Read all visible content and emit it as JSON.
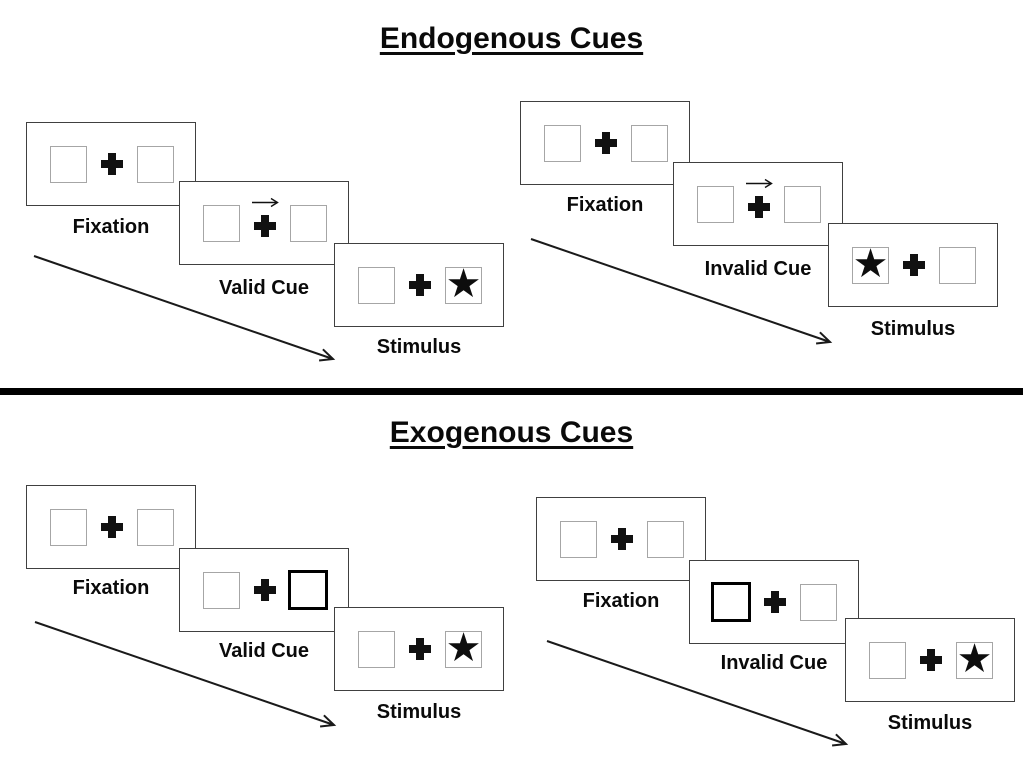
{
  "figure": {
    "kind": "posner-cueing-paradigm-diagram"
  },
  "sections": [
    {
      "title": "Endogenous Cues",
      "sequences": [
        {
          "type": "valid",
          "frames": [
            {
              "label": "Fixation",
              "cue": "none",
              "star": "none"
            },
            {
              "label": "Valid Cue",
              "cue": "central-arrow-right",
              "star": "none"
            },
            {
              "label": "Stimulus",
              "cue": "none",
              "star": "right"
            }
          ]
        },
        {
          "type": "invalid",
          "frames": [
            {
              "label": "Fixation",
              "cue": "none",
              "star": "none"
            },
            {
              "label": "Invalid Cue",
              "cue": "central-arrow-right",
              "star": "none"
            },
            {
              "label": "Stimulus",
              "cue": "none",
              "star": "left"
            }
          ]
        }
      ]
    },
    {
      "title": "Exogenous Cues",
      "sequences": [
        {
          "type": "valid",
          "frames": [
            {
              "label": "Fixation",
              "cue": "none",
              "star": "none"
            },
            {
              "label": "Valid Cue",
              "cue": "peripheral-bold-box-right",
              "star": "none"
            },
            {
              "label": "Stimulus",
              "cue": "none",
              "star": "right"
            }
          ]
        },
        {
          "type": "invalid",
          "frames": [
            {
              "label": "Fixation",
              "cue": "none",
              "star": "none"
            },
            {
              "label": "Invalid Cue",
              "cue": "peripheral-bold-box-left",
              "star": "none"
            },
            {
              "label": "Stimulus",
              "cue": "none",
              "star": "right"
            }
          ]
        }
      ]
    }
  ],
  "icons": {
    "star": "★"
  },
  "colors": {
    "ink": "#111111",
    "panel_border": "#404040",
    "square_border": "#a6a6a6",
    "divider": "#000000",
    "background": "#ffffff"
  }
}
